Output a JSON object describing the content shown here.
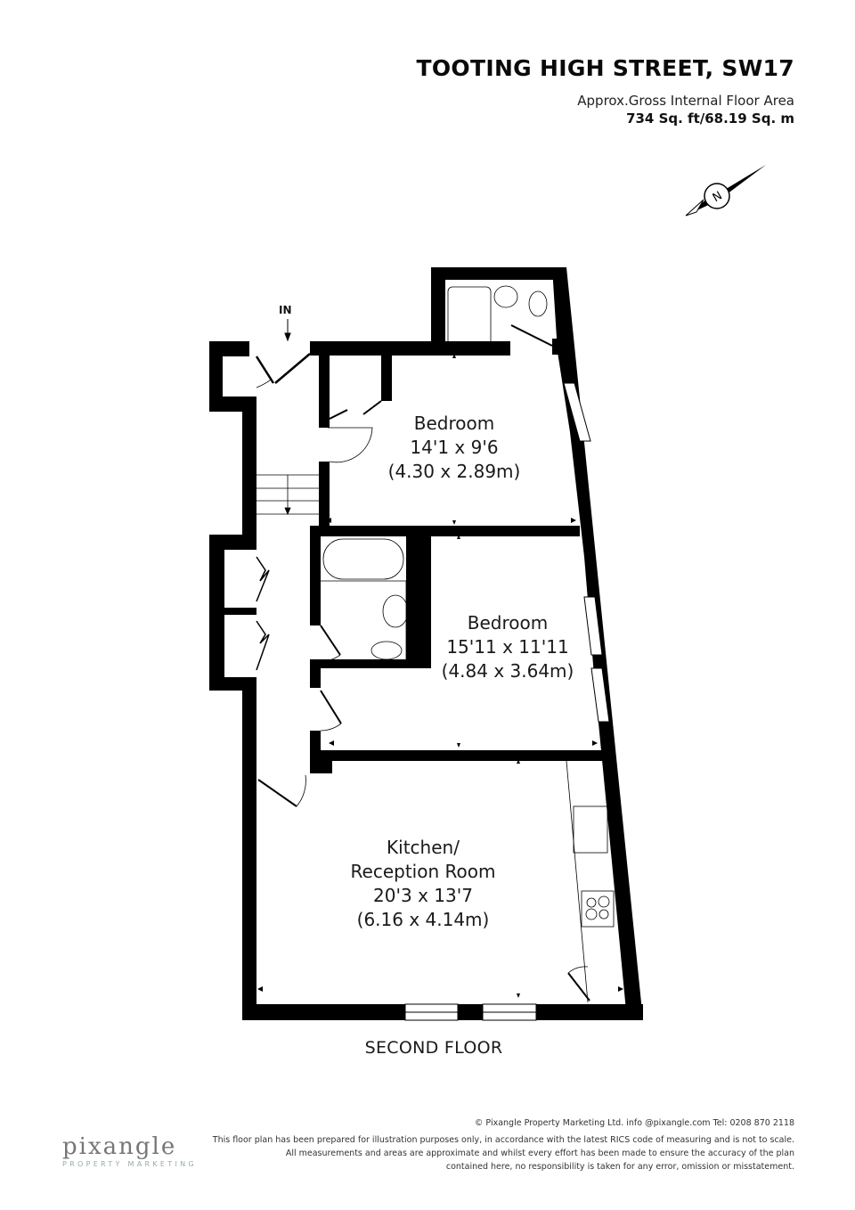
{
  "header": {
    "title": "TOOTING HIGH STREET, SW17",
    "subtitle": "Approx.Gross Internal Floor Area",
    "area": "734 Sq. ft/68.19 Sq. m"
  },
  "compass": {
    "letter": "N"
  },
  "plan": {
    "entrance_label": "IN",
    "floor_label": "SECOND FLOOR",
    "rooms": [
      {
        "name": "Bedroom",
        "imperial": "14'1 x 9'6",
        "metric": "(4.30 x 2.89m)"
      },
      {
        "name": "Bedroom",
        "imperial": "15'11 x 11'11",
        "metric": "(4.84 x 3.64m)"
      },
      {
        "name": "Kitchen/",
        "name2": "Reception Room",
        "imperial": "20'3 x 13'7",
        "metric": "(6.16 x 4.14m)"
      }
    ]
  },
  "footer": {
    "copyright": "© Pixangle Property Marketing Ltd. info @pixangle.com Tel: 0208 870 2118",
    "disclaimer_lines": [
      "This floor plan has been prepared for illustration purposes only, in accordance with the latest RICS code of measuring and is not to scale.",
      "All measurements and areas are approximate and whilst every effort has been made to ensure the accuracy of the plan",
      "contained here, no responsibility is taken for any error, omission or misstatement."
    ],
    "logo_name": "pixangle",
    "logo_tagline": "PROPERTY MARKETING"
  }
}
